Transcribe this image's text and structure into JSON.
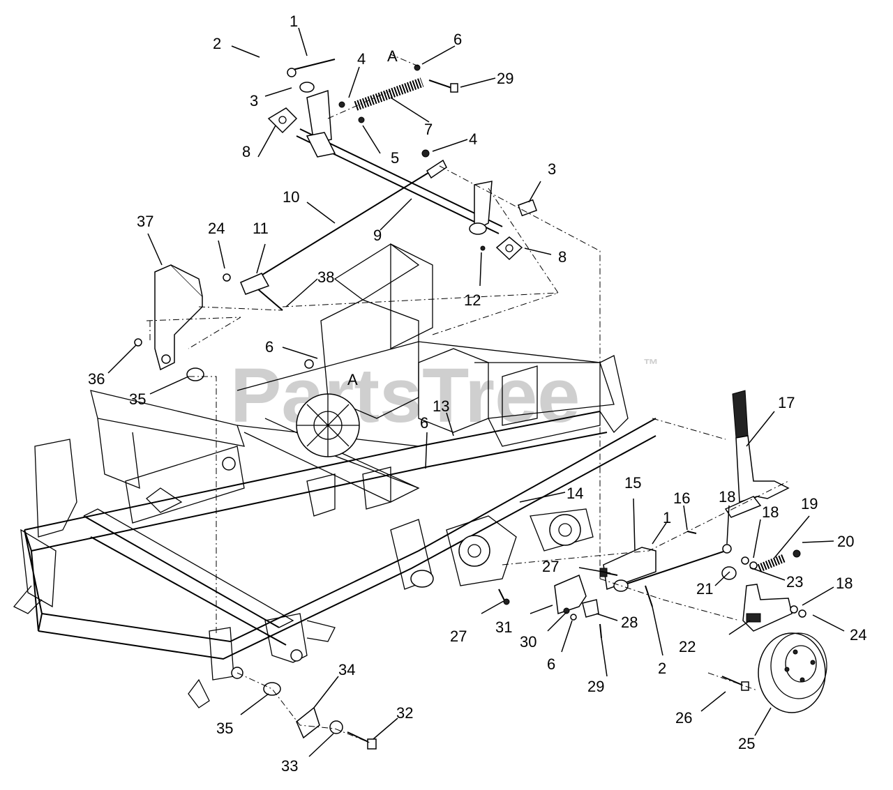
{
  "watermark": {
    "text": "PartsTree",
    "mark": "™"
  },
  "callouts": {
    "c1": "1",
    "c2": "2",
    "c3": "3",
    "c4": "4",
    "c4b": "4",
    "c5": "5",
    "c6": "6",
    "cA": "A",
    "c29": "29",
    "c7": "7",
    "c8": "8",
    "c3b": "3",
    "c9": "9",
    "c10": "10",
    "c8b": "8",
    "c12": "12",
    "c37": "37",
    "c24": "24",
    "c11": "11",
    "c38": "38",
    "c6b": "6",
    "c36": "36",
    "c35": "35",
    "cAb": "A",
    "c13": "13",
    "c6c": "6",
    "c17": "17",
    "c15": "15",
    "c16": "16",
    "c18": "18",
    "c1b": "1",
    "c18b": "18",
    "c19": "19",
    "c20": "20",
    "c14": "14",
    "c27": "27",
    "c23": "23",
    "c21": "21",
    "c18c": "18",
    "c27b": "27",
    "c31": "31",
    "c30": "30",
    "c28": "28",
    "c6d": "6",
    "c2b": "2",
    "c22": "22",
    "c24b": "24",
    "c29b": "29",
    "c26": "26",
    "c34": "34",
    "c35b": "35",
    "c32": "32",
    "c33": "33",
    "c25": "25"
  }
}
